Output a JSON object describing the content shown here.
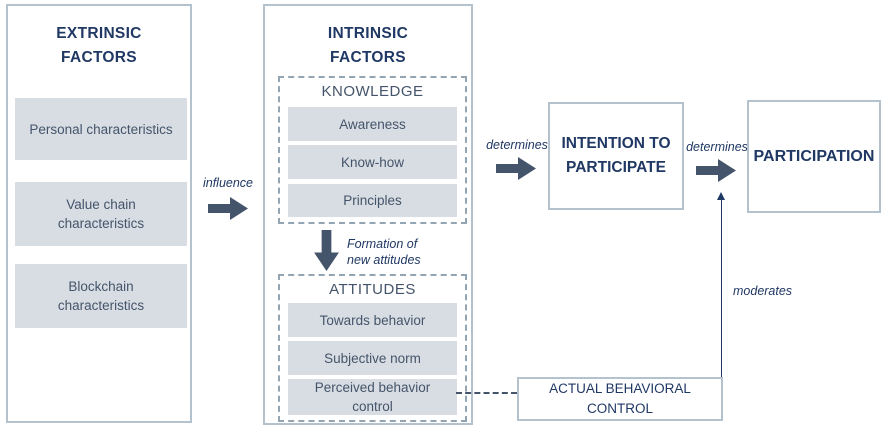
{
  "diagram": {
    "extrinsic": {
      "title": "EXTRINSIC\nFACTORS",
      "items": [
        "Personal characteristics",
        "Value chain\ncharacteristics",
        "Blockchain\ncharacteristics"
      ]
    },
    "influence_label": "influence",
    "intrinsic": {
      "title": "INTRINSIC\nFACTORS",
      "knowledge": {
        "title": "KNOWLEDGE",
        "items": [
          "Awareness",
          "Know-how",
          "Principles"
        ]
      },
      "formation_label": "Formation of\nnew attitudes",
      "attitudes": {
        "title": "ATTITUDES",
        "items": [
          "Towards behavior",
          "Subjective norm",
          "Perceived behavior\ncontrol"
        ]
      }
    },
    "determines_label_1": "determines",
    "intention": "INTENTION TO\nPARTICIPATE",
    "determines_label_2": "determines",
    "participation": "PARTICIPATION",
    "actual_control": "ACTUAL BEHAVIORAL\nCONTROL",
    "moderates_label": "moderates"
  },
  "colors": {
    "title_navy": "#203864",
    "body_slate": "#44546a",
    "item_fill": "#d8dde3",
    "box_border": "#b3c2cc",
    "dashed_border": "#93a5b2",
    "arrow_fill": "#44546a"
  }
}
